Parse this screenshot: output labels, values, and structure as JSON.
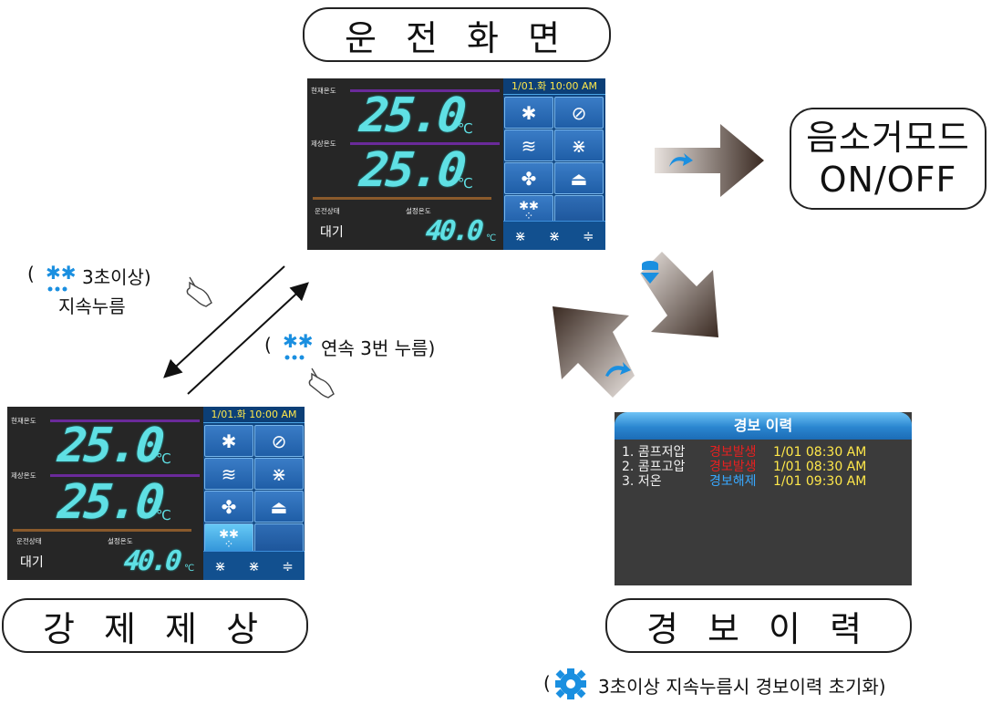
{
  "titles": {
    "operation": "운 전 화 면",
    "forced_defrost": "강 제 제 상",
    "alarm_history": "경 보 이 력",
    "mute_line1": "음소거모드",
    "mute_line2": "ON/OFF"
  },
  "panel": {
    "label_current": "현재온도",
    "label_setpoint": "제상온도",
    "label_state": "운전상태",
    "label_set": "설정온도",
    "current_temp": "25.0",
    "defrost_temp": "25.0",
    "set_temp": "40.0",
    "unit": "℃",
    "state": "대기",
    "clock": "1/01.화 10:00 AM"
  },
  "alarm": {
    "title": "경보 이력",
    "rows": [
      {
        "name": "1. 콤프저압",
        "state": "경보발생",
        "time": "1/01  08:30 AM",
        "color": "#e62020"
      },
      {
        "name": "2. 콤프고압",
        "state": "경보발생",
        "time": "1/01  08:30 AM",
        "color": "#e62020"
      },
      {
        "name": "3. 저온",
        "state": "경보해제",
        "time": "1/01  09:30 AM",
        "color": "#38a8ff"
      }
    ]
  },
  "notes": {
    "hold3_open": "(",
    "hold3_text": "3초이상)",
    "hold3_line2": "지속누름",
    "press3_open": "(",
    "press3_text": "연속 3번 누름)",
    "reset_open": "(",
    "reset_text": "3초이상 지속누름시 경보이력 초기화)"
  },
  "icons": [
    "defrost-icon",
    "hand-pointer-icon",
    "return-arrow-icon",
    "down-button-icon",
    "gear-icon",
    "snowflake-icon",
    "heater-icon",
    "fan-icon",
    "alarm-lamp-icon"
  ],
  "colors": {
    "accent_blue": "#1a8fe0",
    "lcd_cyan": "#5fe0e4",
    "clock_yellow": "#ffe84a"
  }
}
